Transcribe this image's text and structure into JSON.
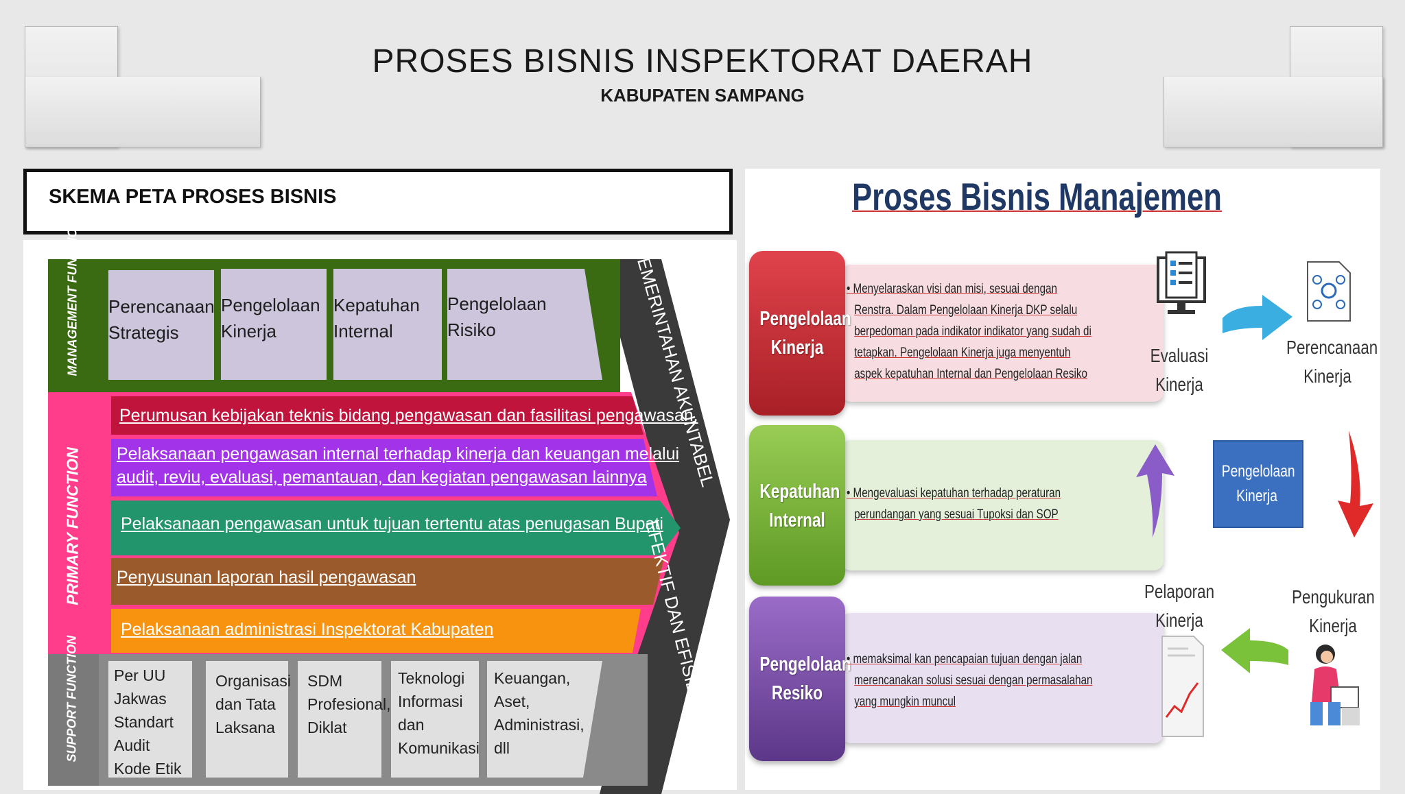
{
  "header": {
    "title": "PROSES BISNIS INSPEKTORAT DAERAH",
    "subtitle": "KABUPATEN SAMPANG"
  },
  "skema": {
    "label": "SKEMA PETA PROSES BISNIS"
  },
  "left_diagram": {
    "management_label": "MANAGEMENT FUNCTION",
    "primary_label": "PRIMARY FUNCTION",
    "support_label": "SUPPORT FUNCTION",
    "arrow_top_label": "PEMERINTAHAN AKUNTABEL",
    "arrow_bottom_label": "EFEKTIF DAN EFISIEN",
    "management_items": [
      {
        "line1": "Perencanaan",
        "line2": "Strategis"
      },
      {
        "line1": "Pengelolaan",
        "line2": "Kinerja"
      },
      {
        "line1": "Kepatuhan",
        "line2": "Internal"
      },
      {
        "line1": "Pengelolaan",
        "line2": "Risiko"
      }
    ],
    "primary_items": [
      {
        "line1": "Perumusan kebijakan teknis bidang pengawasan dan fasilitasi pengawasan.",
        "line2": "",
        "color": "#c0143c"
      },
      {
        "line1": "Pelaksanaan pengawasan internal terhadap kinerja dan keuangan melalui",
        "line2": "audit, reviu, evaluasi, pemantauan, dan kegiatan pengawasan lainnya",
        "color": "#a333e8"
      },
      {
        "line1": "Pelaksanaan pengawasan untuk tujuan tertentu atas penugasan Bupati",
        "line2": "",
        "color": "#23956d"
      },
      {
        "line1": "Penyusunan laporan hasil pengawasan",
        "line2": "",
        "color": "#9b5a2b"
      },
      {
        "line1": "Pelaksanaan administrasi Inspektorat Kabupaten",
        "line2": "",
        "color": "#f7930f"
      }
    ],
    "support_items": [
      [
        "Per UU",
        "Jakwas",
        "Standart",
        "Audit",
        "Kode Etik"
      ],
      [
        "Organisasi",
        "dan Tata",
        "Laksana"
      ],
      [
        "SDM",
        "Profesional,",
        "Diklat"
      ],
      [
        "Teknologi",
        "Informasi",
        "dan",
        "Komunikasi"
      ],
      [
        "Keuangan,",
        "Aset,",
        "Administrasi,",
        "dll"
      ]
    ],
    "colors": {
      "management": "#3a6b12",
      "primary": "#ff3d8a",
      "support": "#7a7a7a",
      "arrow": "#3a3a3a"
    }
  },
  "right_diagram": {
    "title": "Proses Bisnis Manajemen",
    "rows": [
      {
        "label_line1": "Pengelolaan",
        "label_line2": "Kinerja",
        "color": "#c8323a",
        "bullet": [
          "Menyelaraskan visi dan misi, sesuai dengan",
          "Renstra. Dalam Pengelolaan Kinerja DKP selalu",
          "berpedoman pada indikator indikator yang sudah di",
          "tetapkan. Pengelolaan Kinerja juga menyentuh",
          "aspek kepatuhan Internal dan Pengelolaan Resiko"
        ]
      },
      {
        "label_line1": "Kepatuhan",
        "label_line2": "Internal",
        "color": "#7ab83a",
        "bullet": [
          "Mengevaluasi kepatuhan terhadap peraturan",
          "perundangan yang sesuai Tupoksi dan SOP"
        ]
      },
      {
        "label_line1": "Pengelolaan",
        "label_line2": "Resiko",
        "color": "#7a4fa8",
        "bullet": [
          "memaksimal kan pencapaian tujuan dengan jalan",
          "merencanakan solusi sesuai dengan permasalahan",
          "yang mungkin muncul"
        ]
      }
    ],
    "cycle": {
      "evaluasi": [
        "Evaluasi",
        "Kinerja"
      ],
      "perencanaan": [
        "Perencanaan",
        "Kinerja"
      ],
      "center": [
        "Pengelolaan",
        "Kinerja"
      ],
      "pelaporan": [
        "Pelaporan",
        "Kinerja"
      ],
      "pengukuran": [
        "Pengukuran",
        "Kinerja"
      ]
    }
  }
}
